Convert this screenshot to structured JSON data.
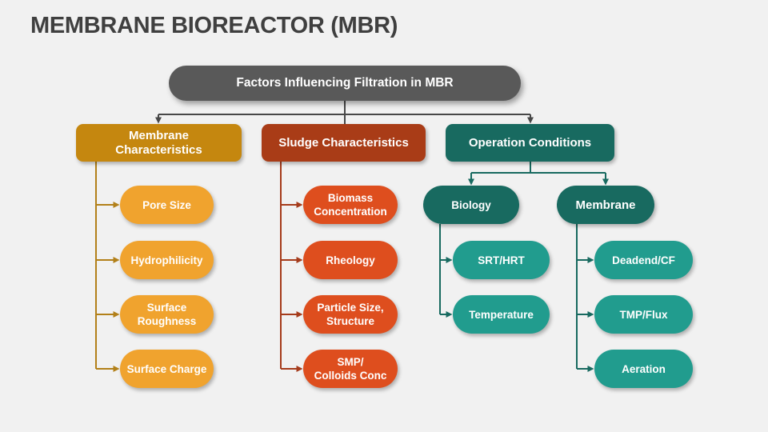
{
  "slide": {
    "title": "MEMBRANE BIOREACTOR (MBR)"
  },
  "root": {
    "label": "Factors Influencing Filtration in MBR"
  },
  "branches": {
    "membrane": {
      "label": "Membrane\nCharacteristics",
      "items": [
        "Pore Size",
        "Hydrophilicity",
        "Surface\nRoughness",
        "Surface Charge"
      ]
    },
    "sludge": {
      "label": "Sludge Characteristics",
      "items": [
        "Biomass\nConcentration",
        "Rheology",
        "Particle Size,\nStructure",
        "SMP/\nColloids Conc"
      ]
    },
    "operation": {
      "label": "Operation Conditions",
      "subgroups": [
        {
          "label": "Biology",
          "items": [
            "SRT/HRT",
            "Temperature"
          ]
        },
        {
          "label": "Membrane",
          "items": [
            "Deadend/CF",
            "TMP/Flux",
            "Aeration"
          ]
        }
      ]
    }
  },
  "colors": {
    "background": "#F1F1F1",
    "title_text": "#3F3F3F",
    "root_fill": "#595959",
    "gold_header": "#C5870F",
    "gold_pill": "#F0A32E",
    "gold_line": "#B28019",
    "red_header": "#A93C17",
    "red_pill": "#DE4E1E",
    "red_line": "#A53B1B",
    "teal_header": "#186A60",
    "teal_pill": "#219C8E",
    "teal_line": "#186A60",
    "gray_line": "#474747",
    "node_text": "#FFFFFF"
  }
}
